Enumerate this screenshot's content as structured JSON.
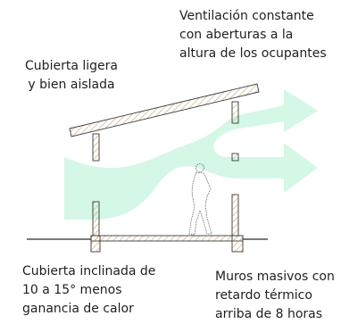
{
  "labels": {
    "ventilation": [
      "Ventilación constante",
      "con aberturas a la",
      "altura de los ocupantes"
    ],
    "roof_light": [
      "Cubierta ligera",
      "y bien aislada"
    ],
    "roof_slope": [
      "Cubierta inclinada de",
      "10 a 15° menos",
      "ganancia de calor"
    ],
    "massive_walls": [
      "Muros masivos con",
      "retardo térmico",
      "arriba de 8 horas"
    ]
  },
  "colors": {
    "airflow": "#d4f7e6",
    "outline": "#3a3a3a",
    "hatch": "#c9a06a",
    "text": "#1f1f1f"
  }
}
